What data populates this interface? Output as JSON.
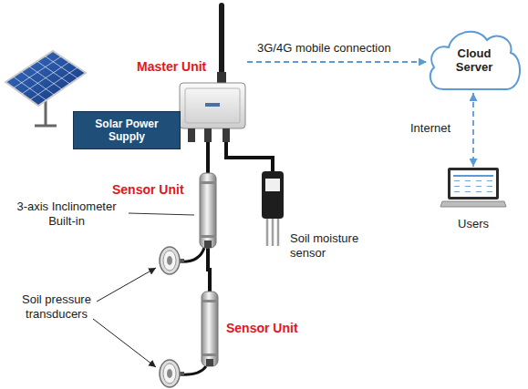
{
  "diagram": {
    "nodes": [
      {
        "text": [
          "Master Unit"
        ]
      },
      {
        "text": [
          "Cloud Server"
        ]
      },
      {
        "text": [
          "Solar Power Supply"
        ]
      },
      {
        "text": [
          "Users"
        ]
      },
      {
        "text": [
          "Sensor Unit"
        ]
      },
      {
        "text": [
          "Soil moisture sensor"
        ]
      },
      {
        "text": [
          "Sensor Unit"
        ]
      }
    ],
    "edges": [
      {
        "from": 0,
        "to": 1,
        "label": "3G/4G mobile connection",
        "arrow": "to"
      },
      {
        "from": 1,
        "to": 3,
        "label": "Internet",
        "arrow": "both"
      },
      {
        "from": 2,
        "to": 0,
        "arrow": "none"
      },
      {
        "from": 0,
        "to": 4,
        "arrow": "none"
      },
      {
        "from": 4,
        "to": 6,
        "arrow": "none"
      },
      {
        "from": 0,
        "to": 5,
        "arrow": "none"
      }
    ],
    "labels": [
      "3-axis Inclinometer Built-in",
      "Soil pressure transducers"
    ]
  }
}
